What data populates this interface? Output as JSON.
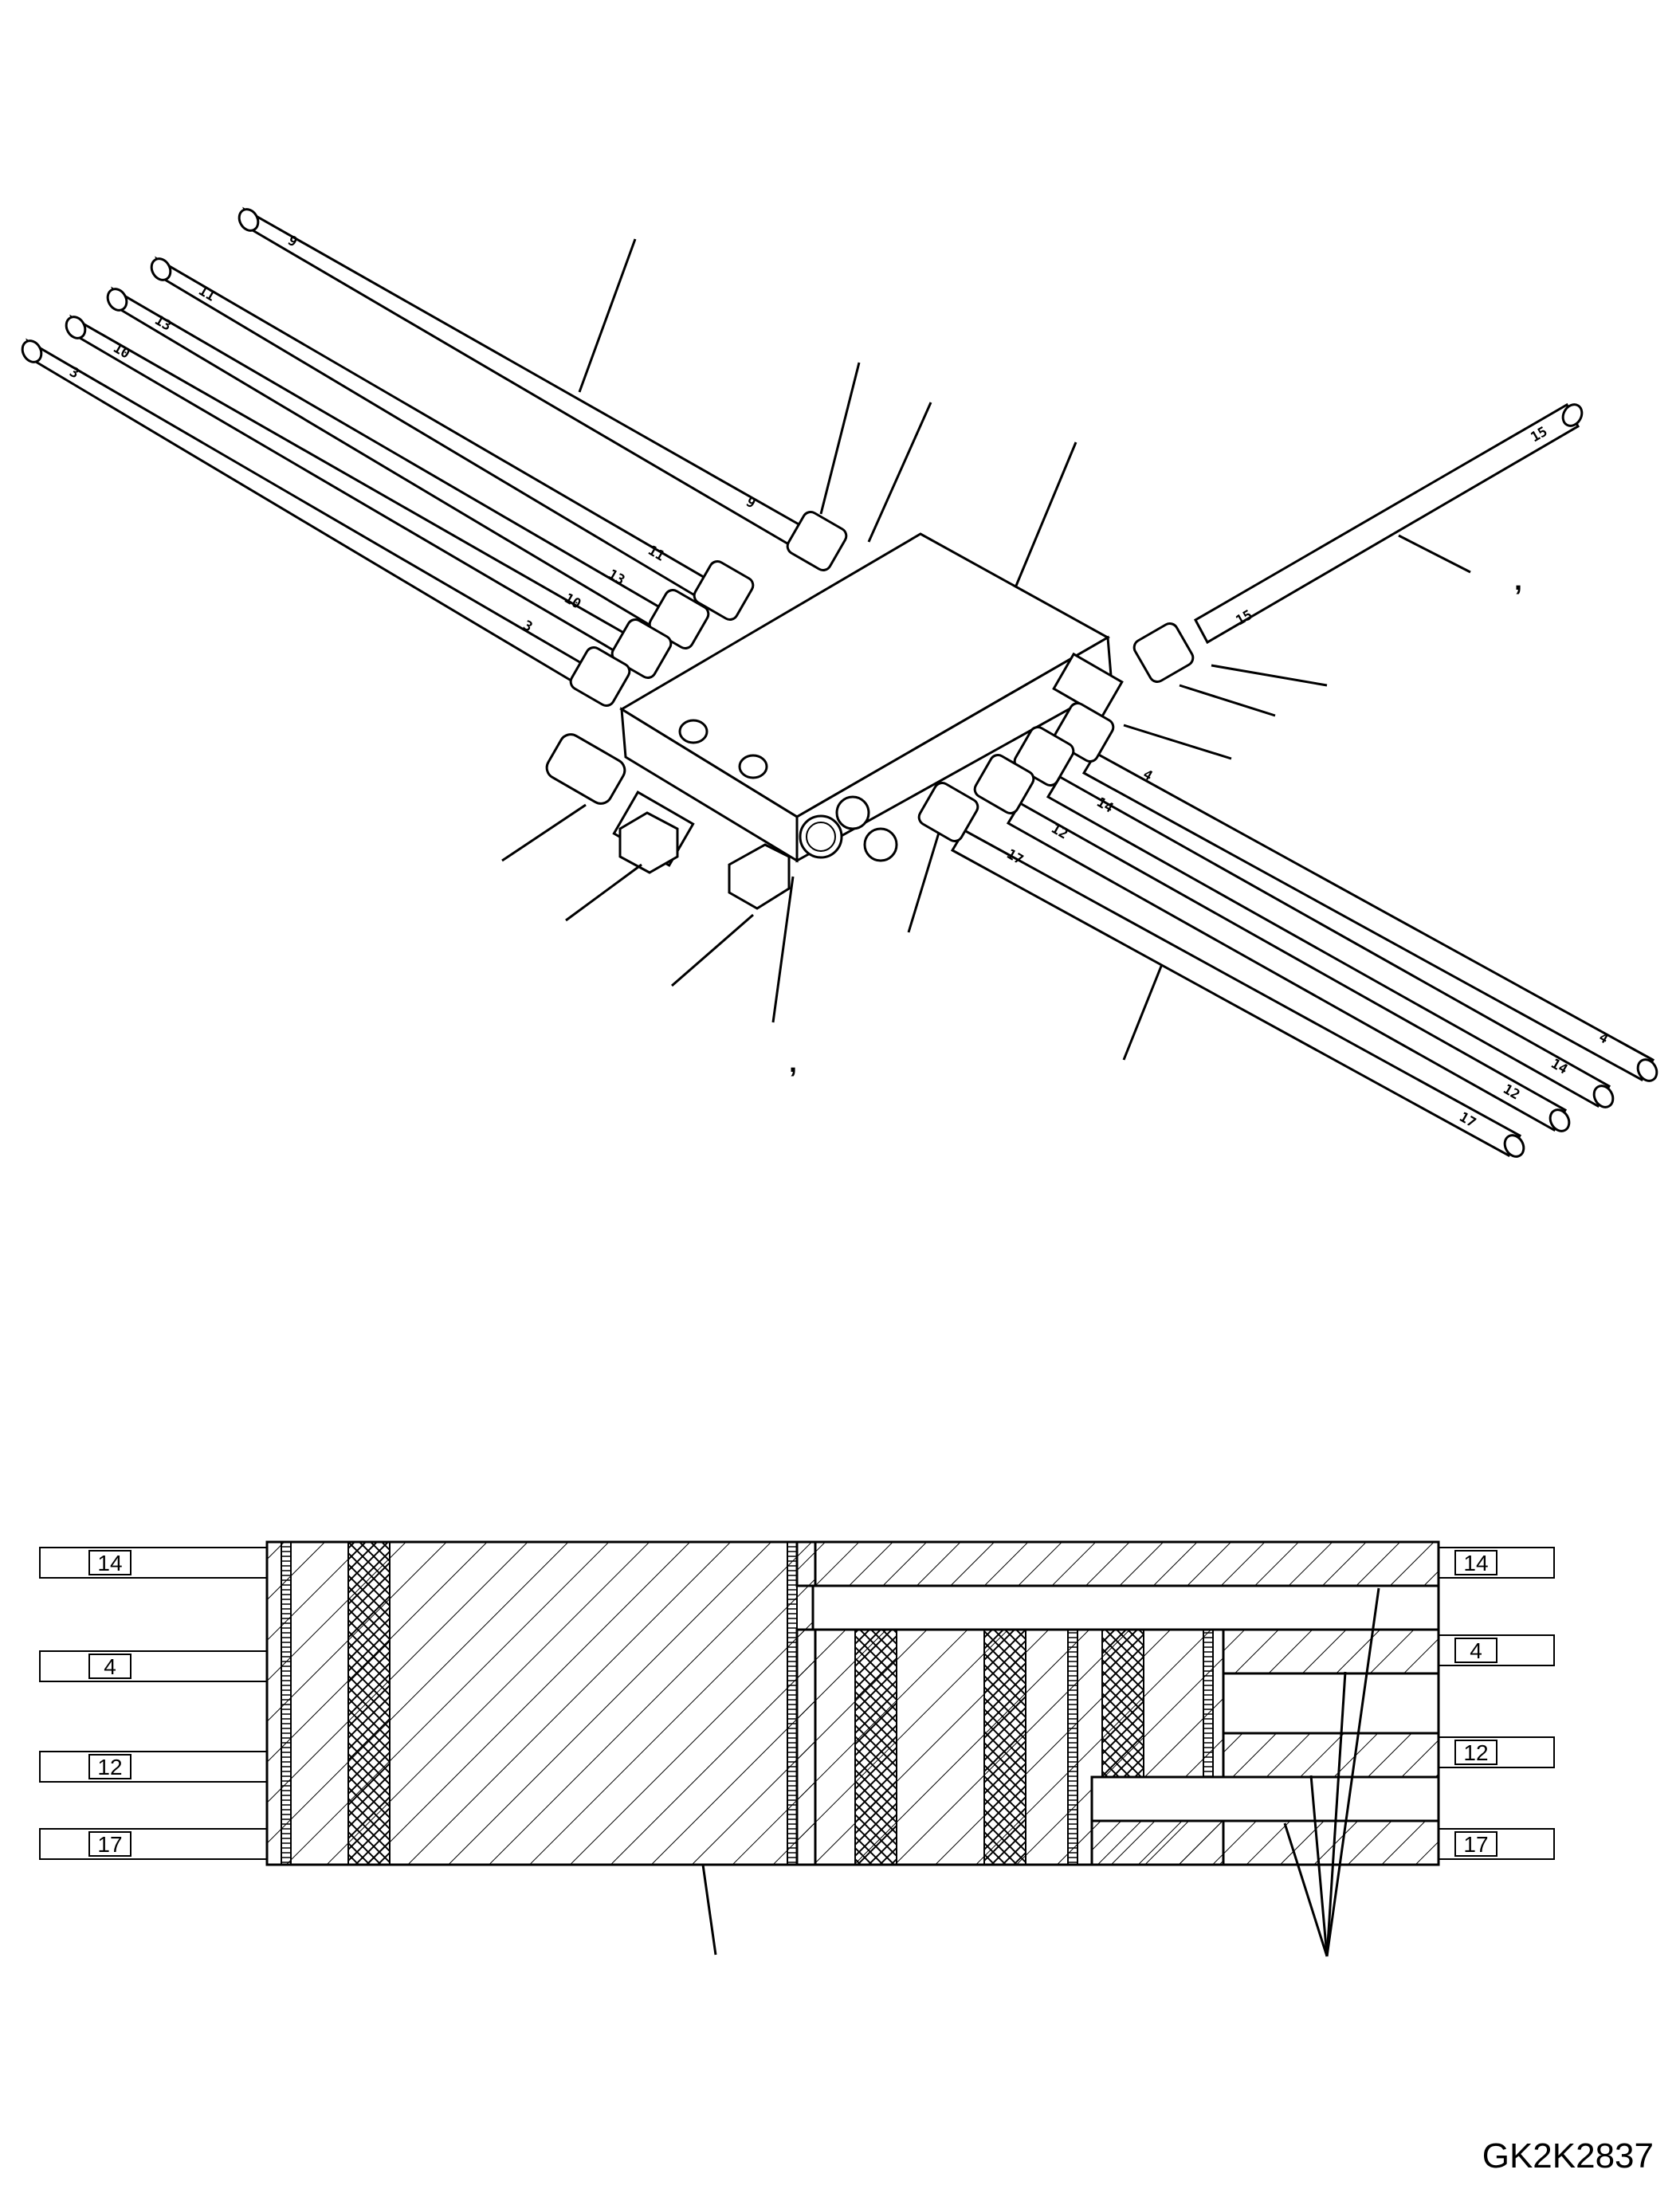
{
  "iso_view": {
    "left_tube_labels": [
      "9",
      "11",
      "13",
      "10",
      "3"
    ],
    "left_fitting_labels": [
      "9",
      "11",
      "13",
      "10",
      "3"
    ],
    "right_tube_labels": [
      "15",
      "4",
      "14",
      "12",
      "17"
    ],
    "right_fitting_labels": [
      "15",
      "4",
      "14",
      "12",
      "17"
    ],
    "comma_marks": [
      ",",
      ","
    ]
  },
  "schematic_view": {
    "left_ports": [
      "14",
      "4",
      "12",
      "17"
    ],
    "right_ports": [
      "14",
      "4",
      "12",
      "17"
    ]
  },
  "drawing_code": "GK2K2837"
}
